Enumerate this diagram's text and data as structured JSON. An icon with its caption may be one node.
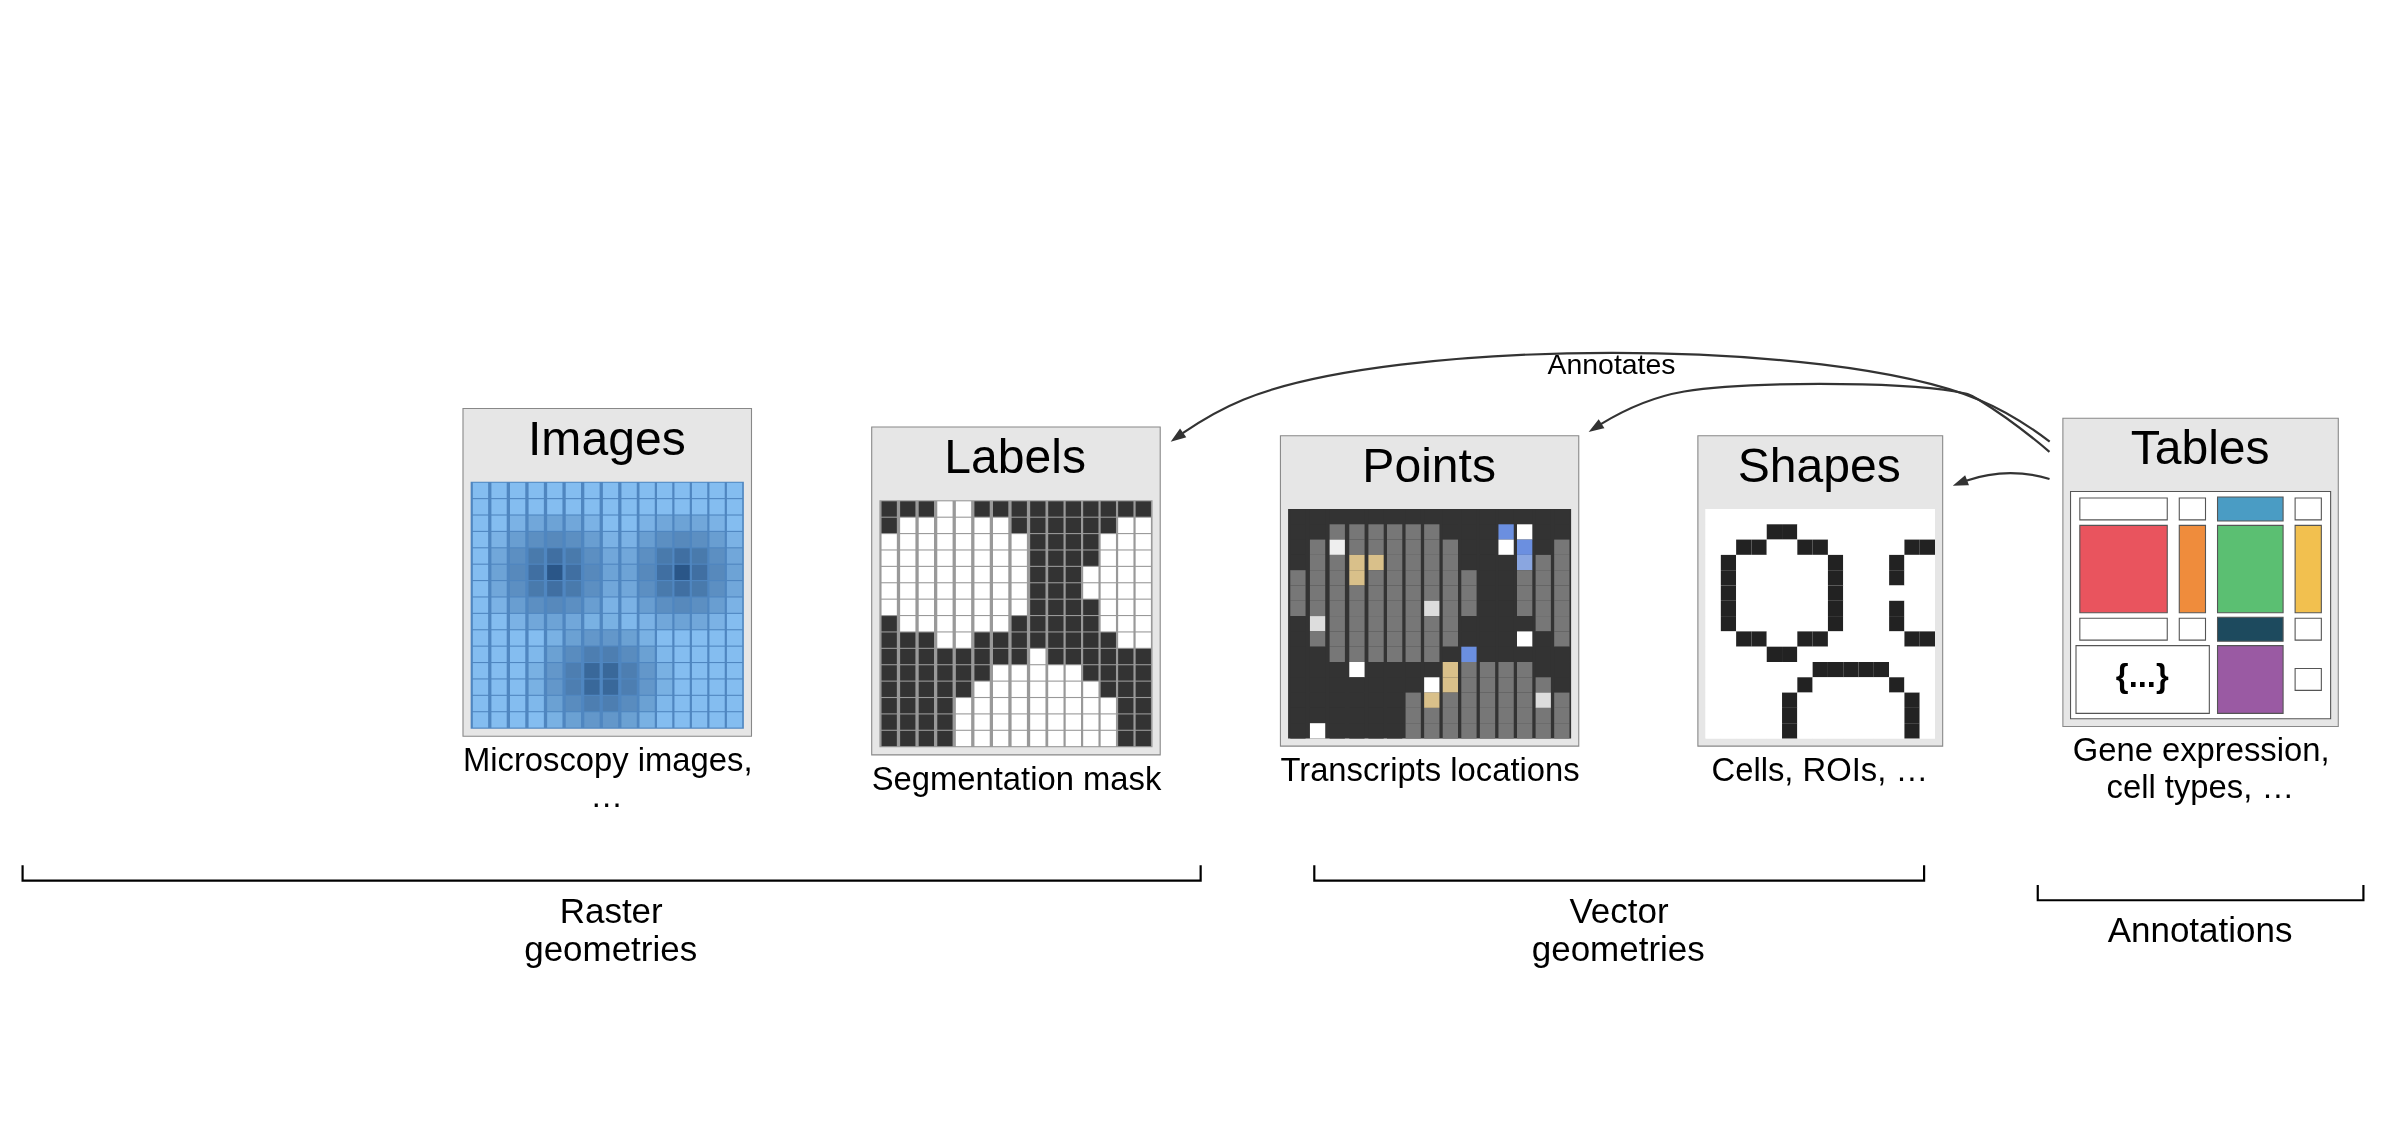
{
  "diagram": {
    "nodes": [
      {
        "text": [
          "Images"
        ],
        "beside": [
          "Microscopy images, …"
        ]
      },
      {
        "text": [
          "Labels"
        ],
        "beside": [
          "Segmentation mask"
        ]
      },
      {
        "text": [
          "Points"
        ],
        "beside": [
          "Transcripts locations"
        ]
      },
      {
        "text": [
          "Shapes"
        ],
        "beside": [
          "Cells, ROIs, …"
        ]
      },
      {
        "text": [
          "Tables",
          "{...}"
        ],
        "beside": [
          "Gene expression, cell types, …"
        ]
      }
    ],
    "edges": [
      {
        "from": 4,
        "to": 1,
        "arrow": "to",
        "label": "Annotates"
      },
      {
        "from": 4,
        "to": 2,
        "arrow": "to"
      },
      {
        "from": 4,
        "to": 3,
        "arrow": "to"
      }
    ],
    "labels": [
      "Raster geometries",
      "Vector geometries",
      "Annotations"
    ]
  }
}
